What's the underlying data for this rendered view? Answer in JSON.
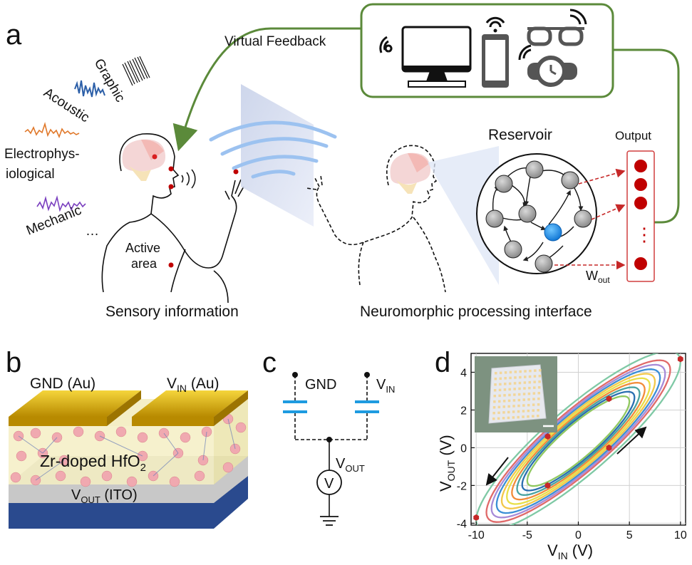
{
  "panel_a": {
    "label": "a",
    "virtual_feedback": "Virtual Feedback",
    "modalities": [
      "Graphic",
      "Acoustic",
      "Electrophys-",
      "iological",
      "Mechanic",
      "…"
    ],
    "active_area": [
      "Active",
      "area"
    ],
    "reservoir": "Reservoir",
    "output": "Output",
    "output_dots": "⋮",
    "w_out_main": "W",
    "w_out_sub": "out",
    "caption_left": "Sensory information",
    "caption_right": "Neuromorphic processing interface",
    "devices": [
      "computer-monitor",
      "smartphone",
      "smart-glasses",
      "smart-watch"
    ]
  },
  "panel_b": {
    "label": "b",
    "gnd_label": "GND (Au)",
    "vin_main": "V",
    "vin_sub": "IN",
    "vin_tail": " (Au)",
    "layer_main": "Zr-doped HfO",
    "layer_sub": "2",
    "vout_main": "V",
    "vout_sub": "OUT",
    "vout_tail": " (ITO)"
  },
  "panel_c": {
    "label": "c",
    "gnd": "GND",
    "vin_main": "V",
    "vin_sub": "IN",
    "vout_main": "V",
    "vout_sub": "OUT",
    "meter": "V"
  },
  "panel_d": {
    "label": "d",
    "chart_data": {
      "type": "line",
      "x_label_main": "V",
      "x_label_sub": "IN",
      "x_label_unit": " (V)",
      "y_label_main": "V",
      "y_label_sub": "OUT",
      "y_label_unit": " (V)",
      "xlim": [
        -10.5,
        10.5
      ],
      "ylim": [
        -4.1,
        5.0
      ],
      "xticks": [
        -10,
        -5,
        0,
        5,
        10
      ],
      "yticks": [
        -4,
        -2,
        0,
        2,
        4
      ],
      "grid": true,
      "loops": [
        {
          "amp": 10,
          "color": "#7fc9a5"
        },
        {
          "amp": 9,
          "color": "#e06a6a"
        },
        {
          "amp": 8.5,
          "color": "#a78bd8"
        },
        {
          "amp": 8,
          "color": "#3c8fd6"
        },
        {
          "amp": 7.5,
          "color": "#f2c84b"
        },
        {
          "amp": 7,
          "color": "#e8e04a"
        },
        {
          "amp": 6.5,
          "color": "#f28c3a"
        },
        {
          "amp": 6,
          "color": "#4aa3a0"
        },
        {
          "amp": 5.5,
          "color": "#2b6fb0"
        },
        {
          "amp": 5,
          "color": "#90c860"
        }
      ],
      "markers": [
        {
          "x": 10,
          "y": 4.7
        },
        {
          "x": 3,
          "y": 2.6
        },
        {
          "x": -3,
          "y": 0.6
        },
        {
          "x": 3,
          "y": 0
        },
        {
          "x": -3,
          "y": -2
        },
        {
          "x": -10,
          "y": -3.7
        }
      ]
    }
  }
}
